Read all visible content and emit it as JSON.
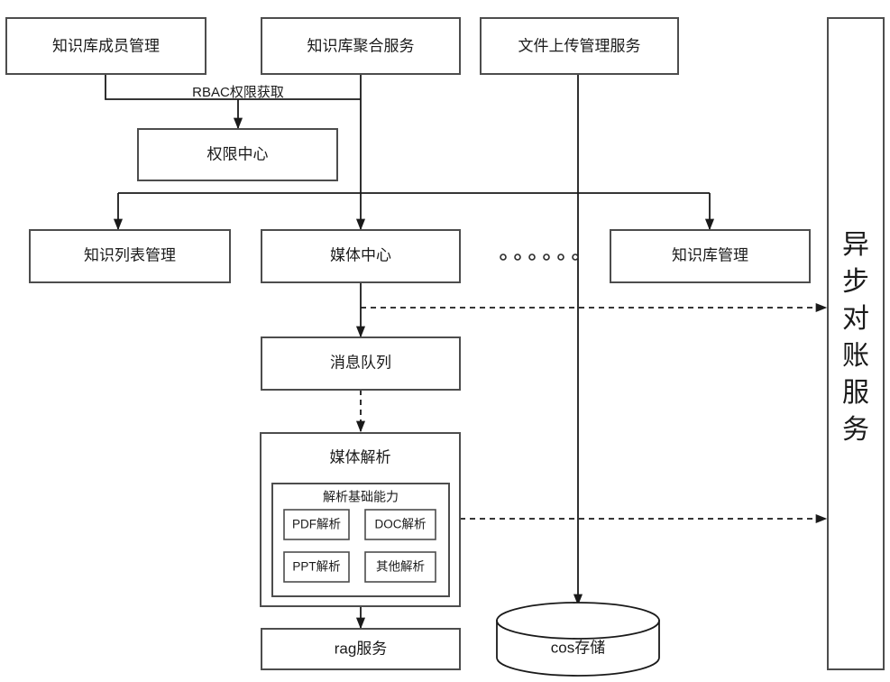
{
  "diagram": {
    "type": "architecture-flow",
    "background_color": "#ffffff",
    "line_color": "#1a1a1a",
    "box_stroke_color": "#4d4d4d",
    "nodes": {
      "kb_member_mgmt": {
        "label": "知识库成员管理"
      },
      "kb_aggregation": {
        "label": "知识库聚合服务"
      },
      "file_upload": {
        "label": "文件上传管理服务"
      },
      "auth_center": {
        "label": "权限中心"
      },
      "knowledge_list": {
        "label": "知识列表管理"
      },
      "media_center": {
        "label": "媒体中心"
      },
      "kb_mgmt": {
        "label": "知识库管理"
      },
      "message_queue": {
        "label": "消息队列"
      },
      "media_parse": {
        "label": "媒体解析"
      },
      "parse_base": {
        "label": "解析基础能力"
      },
      "parse_pdf": {
        "label": "PDF解析"
      },
      "parse_doc": {
        "label": "DOC解析"
      },
      "parse_ppt": {
        "label": "PPT解析"
      },
      "parse_other": {
        "label": "其他解析"
      },
      "rag_service": {
        "label": "rag服务"
      },
      "cos_storage": {
        "label": "cos存储"
      },
      "async_reconcile": {
        "label": "异步对账服务",
        "chars": [
          "异",
          "步",
          "对",
          "账",
          "服",
          "务"
        ]
      }
    },
    "edges": {
      "rbac_label": "RBAC权限获取"
    },
    "ellipsis": {
      "label": "••••••",
      "dot_count": 6
    }
  }
}
